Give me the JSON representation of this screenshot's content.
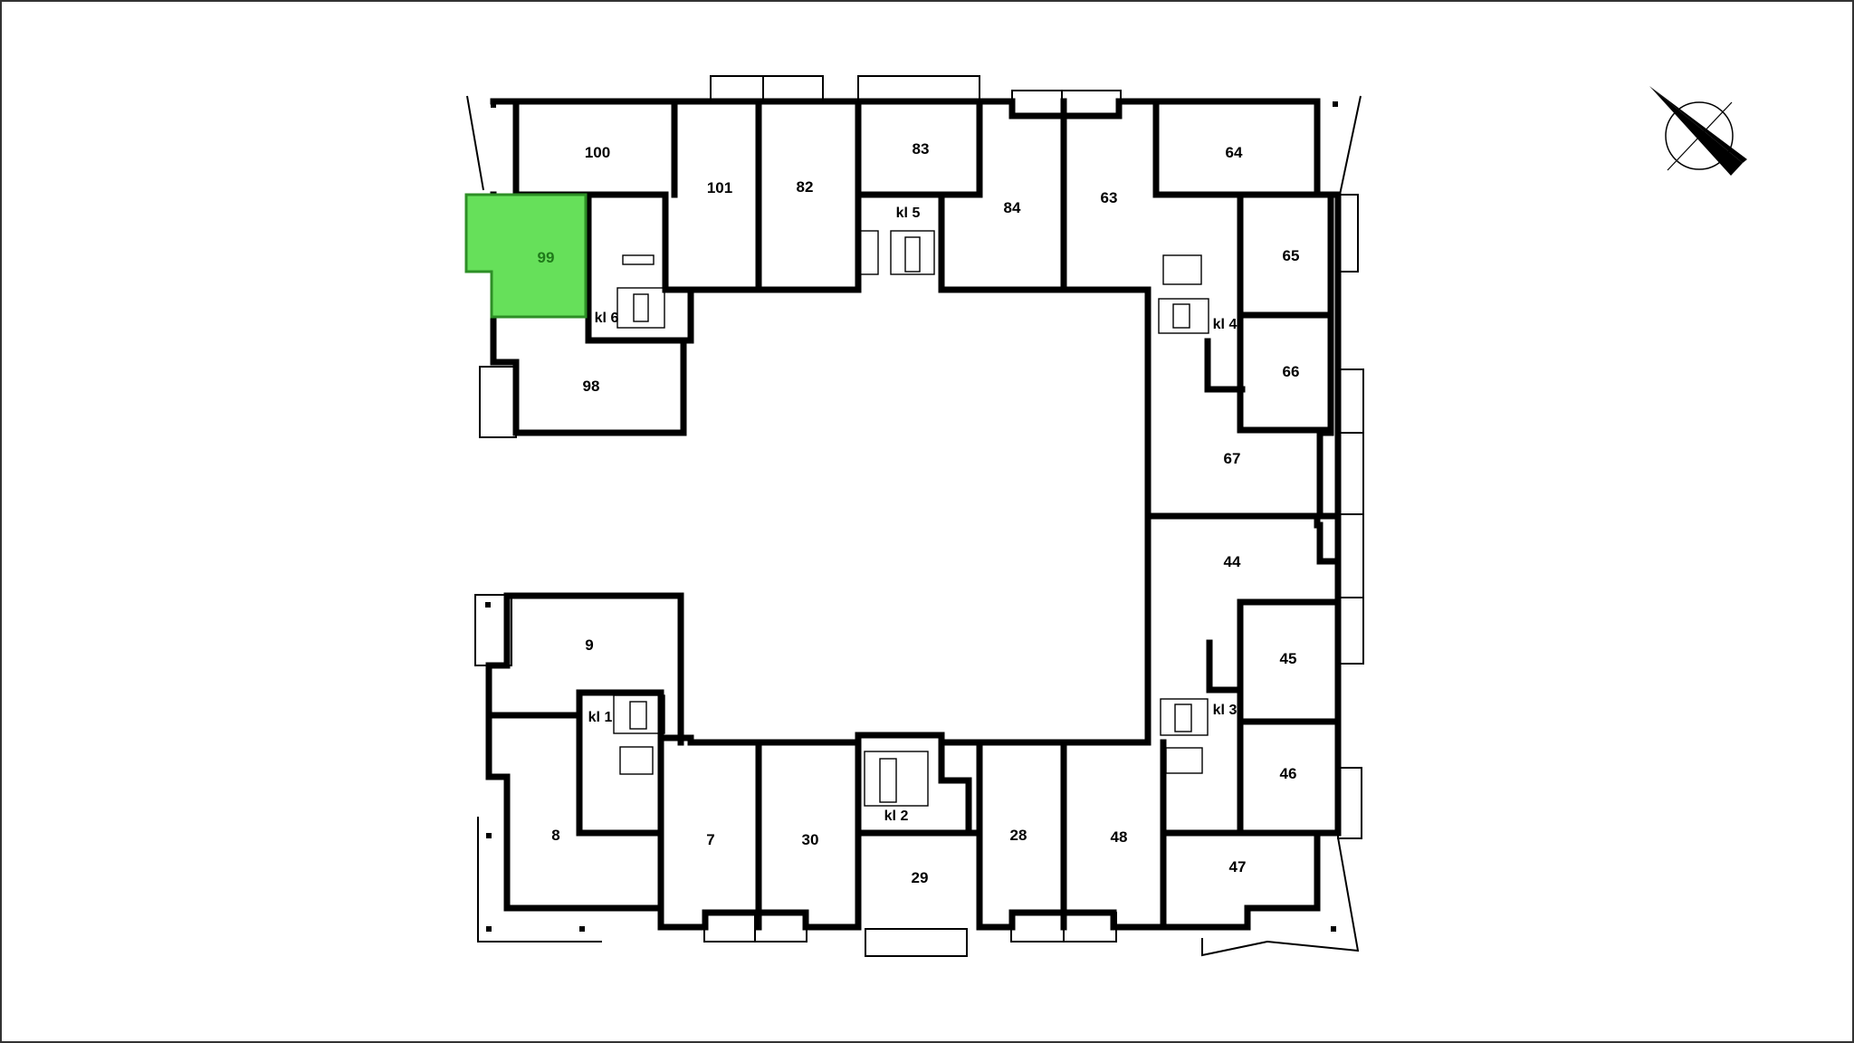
{
  "plan": {
    "highlight_color": "#66e05a",
    "highlighted_unit": "99",
    "units": [
      {
        "id": "u100",
        "label": "100"
      },
      {
        "id": "u101",
        "label": "101"
      },
      {
        "id": "u82",
        "label": "82"
      },
      {
        "id": "u83",
        "label": "83"
      },
      {
        "id": "u84",
        "label": "84"
      },
      {
        "id": "u63",
        "label": "63"
      },
      {
        "id": "u64",
        "label": "64"
      },
      {
        "id": "u65",
        "label": "65"
      },
      {
        "id": "u66",
        "label": "66"
      },
      {
        "id": "u67",
        "label": "67"
      },
      {
        "id": "u99",
        "label": "99"
      },
      {
        "id": "u98",
        "label": "98"
      },
      {
        "id": "u44",
        "label": "44"
      },
      {
        "id": "u45",
        "label": "45"
      },
      {
        "id": "u46",
        "label": "46"
      },
      {
        "id": "u47",
        "label": "47"
      },
      {
        "id": "u9",
        "label": "9"
      },
      {
        "id": "u8",
        "label": "8"
      },
      {
        "id": "u7",
        "label": "7"
      },
      {
        "id": "u30",
        "label": "30"
      },
      {
        "id": "u29",
        "label": "29"
      },
      {
        "id": "u28",
        "label": "28"
      },
      {
        "id": "u48",
        "label": "48"
      }
    ],
    "staircases": [
      {
        "id": "kl1",
        "label": "kl 1"
      },
      {
        "id": "kl2",
        "label": "kl 2"
      },
      {
        "id": "kl3",
        "label": "kl 3"
      },
      {
        "id": "kl4",
        "label": "kl 4"
      },
      {
        "id": "kl5",
        "label": "kl 5"
      },
      {
        "id": "kl6",
        "label": "kl 6"
      }
    ],
    "compass": {
      "icon": "north-arrow-icon"
    }
  }
}
